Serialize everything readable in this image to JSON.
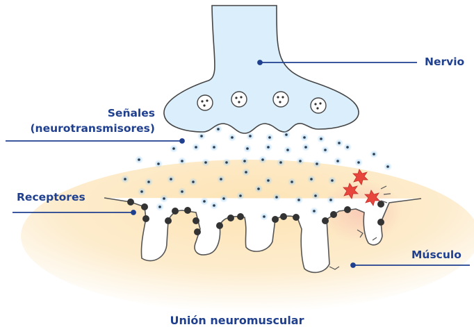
{
  "diagram": {
    "caption": "Unión neuromuscular",
    "labels": {
      "nerve": "Nervio",
      "signals_line1": "Señales",
      "signals_line2": "(neurotransmisores)",
      "receptors": "Receptores",
      "muscle": "Músculo"
    },
    "colors": {
      "label_text": "#1f3f8f",
      "nerve_fill": "#dbeefb",
      "muscle_glow": "#fde7bf",
      "receptor_dot": "#333333",
      "neurotransmitter_glow": "#9fd0f3",
      "blocked_signal": "#e8453c"
    }
  }
}
